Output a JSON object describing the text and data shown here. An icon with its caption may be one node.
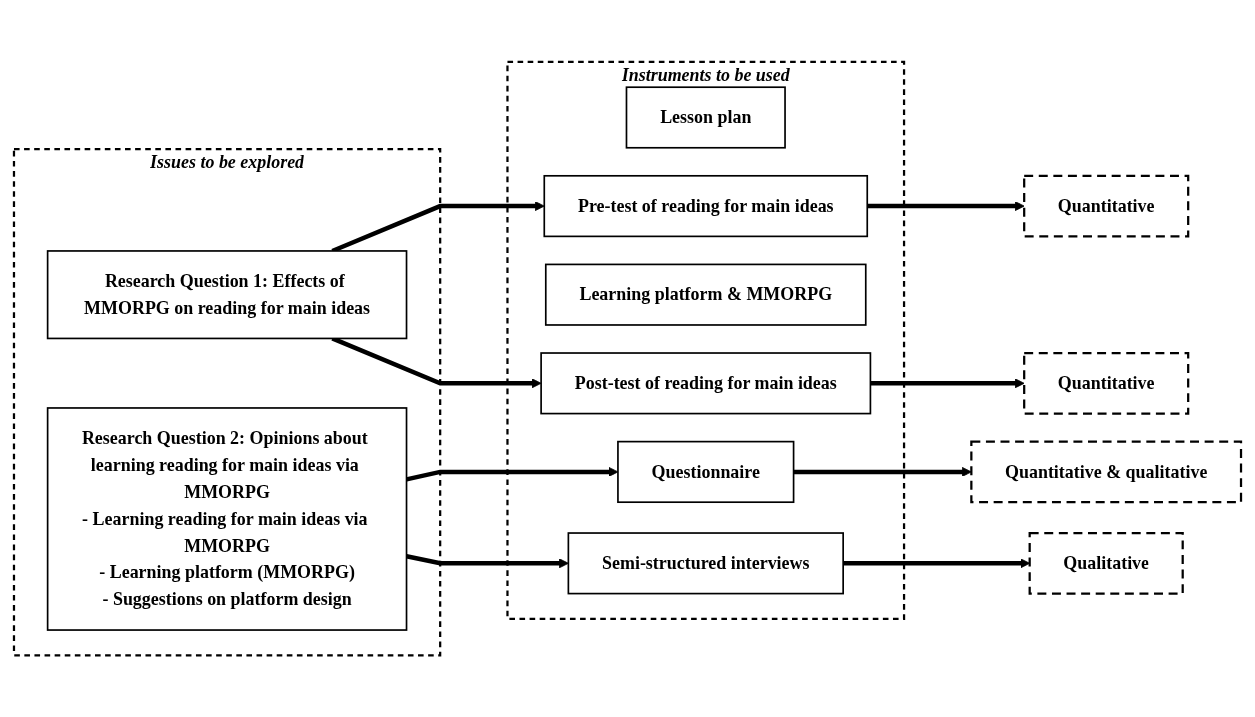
{
  "diagram": {
    "nodes": [
      {
        "text": [
          "Issues to be explored"
        ]
      },
      {
        "text": [
          "Research Question 1: Effects of MMORPG on reading for main ideas"
        ],
        "in": 0
      },
      {
        "text": [
          "Research Question 2: Opinions about learning reading for main ideas via MMORPG",
          "- Learning reading for main ideas via MMORPG",
          "- Learning platform (MMORPG)",
          "- Suggestions on platform design"
        ],
        "in": 0
      },
      {
        "text": [
          "Instruments to be used"
        ]
      },
      {
        "text": [
          "Lesson plan"
        ],
        "in": 3
      },
      {
        "text": [
          "Pre-test of reading for main ideas"
        ],
        "in": 3
      },
      {
        "text": [
          "Learning platform & MMORPG"
        ],
        "in": 3
      },
      {
        "text": [
          "Post-test of reading for main ideas"
        ],
        "in": 3
      },
      {
        "text": [
          "Questionnaire"
        ],
        "in": 3
      },
      {
        "text": [
          "Semi-structured interviews"
        ],
        "in": 3
      },
      {
        "text": [
          "Quantitative"
        ]
      },
      {
        "text": [
          "Quantitative"
        ]
      },
      {
        "text": [
          "Quantitative & qualitative"
        ]
      },
      {
        "text": [
          "Qualitative"
        ]
      }
    ],
    "edges": [
      {
        "from": 1,
        "to": 5,
        "arrow": "to"
      },
      {
        "from": 1,
        "to": 7,
        "arrow": "to"
      },
      {
        "from": 2,
        "to": 8,
        "arrow": "to"
      },
      {
        "from": 2,
        "to": 9,
        "arrow": "to"
      },
      {
        "from": 5,
        "to": 10,
        "arrow": "to"
      },
      {
        "from": 7,
        "to": 11,
        "arrow": "to"
      },
      {
        "from": 8,
        "to": 12,
        "arrow": "to"
      },
      {
        "from": 9,
        "to": 13,
        "arrow": "to"
      }
    ]
  }
}
